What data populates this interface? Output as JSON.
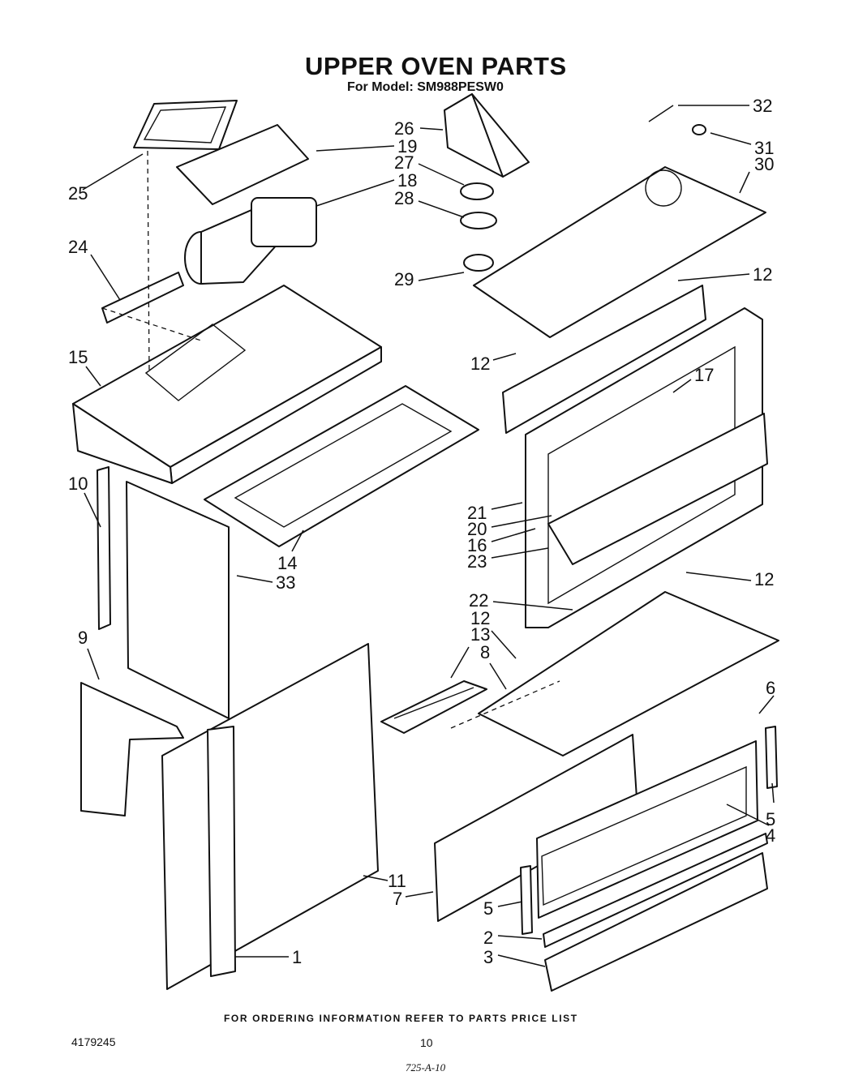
{
  "header": {
    "title": "UPPER OVEN PARTS",
    "model_line": "For Model: SM988PESW0"
  },
  "footer": {
    "ordering_note": "FOR ORDERING INFORMATION REFER TO PARTS PRICE LIST",
    "doc_number": "4179245",
    "page_number": "10",
    "sheet_code": "725-A-10"
  },
  "callouts": [
    "32",
    "26",
    "19",
    "31",
    "30",
    "27",
    "25",
    "18",
    "28",
    "24",
    "29",
    "12",
    "15",
    "12",
    "17",
    "10",
    "21",
    "20",
    "16",
    "14",
    "23",
    "33",
    "12",
    "22",
    "12",
    "13",
    "8",
    "9",
    "6",
    "5",
    "4",
    "11",
    "7",
    "5",
    "2",
    "1",
    "3"
  ]
}
